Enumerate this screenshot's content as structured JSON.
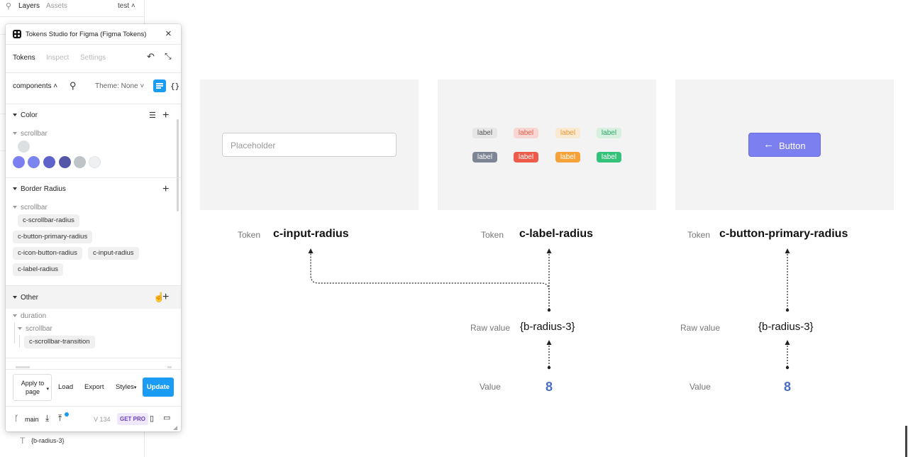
{
  "figma": {
    "tabs": {
      "layers": "Layers",
      "assets": "Assets",
      "page": "test"
    },
    "bottom_layer": "{b-radius-3}"
  },
  "plugin": {
    "title": "Tokens Studio for Figma (Figma Tokens)",
    "tabs": {
      "tokens": "Tokens",
      "inspect": "Inspect",
      "settings": "Settings"
    },
    "toolbar": {
      "set": "components",
      "theme": "Theme: None"
    },
    "sections": {
      "color": {
        "title": "Color",
        "group": "scrollbar",
        "swatches": [
          "#dcdfe3",
          "#7b7ff0",
          "#7b84ef",
          "#5f63c9",
          "#5457a8",
          "#bfc4c9",
          "#eef0f2"
        ]
      },
      "radius": {
        "title": "Border Radius",
        "group": "scrollbar",
        "chips": [
          "c-scrollbar-radius",
          "c-button-primary-radius",
          "c-icon-button-radius",
          "c-input-radius",
          "c-label-radius"
        ]
      },
      "other": {
        "title": "Other",
        "group": "duration",
        "subgroup": "scrollbar",
        "chips": [
          "c-scrollbar-transition"
        ]
      }
    },
    "footer": {
      "apply": "Apply to page",
      "load": "Load",
      "export": "Export",
      "styles": "Styles",
      "update": "Update"
    },
    "status": {
      "branch": "main",
      "version": "V 134",
      "pro": "GET PRO"
    }
  },
  "canvas": {
    "input_placeholder": "Placeholder",
    "labels": [
      "label",
      "label",
      "label",
      "label",
      "label",
      "label",
      "label",
      "label"
    ],
    "button_label": "Button",
    "colors": {
      "button": "#7b7ff0",
      "label_soft": [
        "#e6e6e6",
        "#f8d6d1",
        "#fbead3",
        "#d7f0e0"
      ],
      "label_solid": [
        "#7e8594",
        "#ef5b4a",
        "#f5a23a",
        "#34c17a"
      ],
      "value": "#4a6fc0"
    },
    "col1": {
      "token_key": "Token",
      "token": "c-input-radius"
    },
    "col2": {
      "token_key": "Token",
      "token": "c-label-radius",
      "raw_key": "Raw value",
      "raw": "{b-radius-3}",
      "value_key": "Value",
      "value": "8"
    },
    "col3": {
      "token_key": "Token",
      "token": "c-button-primary-radius",
      "raw_key": "Raw value",
      "raw": "{b-radius-3}",
      "value_key": "Value",
      "value": "8"
    }
  }
}
